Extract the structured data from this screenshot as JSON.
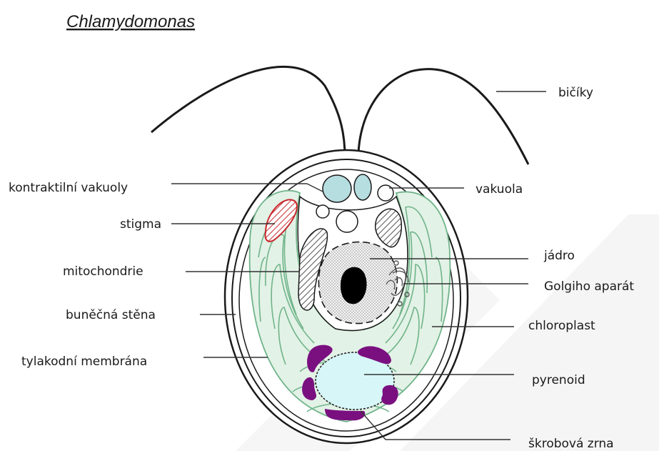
{
  "title": "Chlamydomonas",
  "labels": {
    "flagella": "bičíky",
    "contractile_vacuoles": "kontraktilní vakuoly",
    "vacuole": "vakuola",
    "stigma": "stigma",
    "nucleus": "jádro",
    "mitochondria": "mitochondrie",
    "golgi": "Golgiho aparát",
    "cell_wall": "buněčná stěna",
    "chloroplast": "chloroplast",
    "thylakoid": "tylakodní membrána",
    "pyrenoid": "pyrenoid",
    "starch": "škrobová zrna"
  },
  "colors": {
    "chloroplast_fill": "#e3f2e6",
    "thylakoid_stroke": "#6fb48a",
    "vacuole_fill": "#b6dde0",
    "stigma_stroke": "#c8282d",
    "starch_fill": "#7a0f80",
    "pyrenoid_fill": "#d7f6f8",
    "watermark": "#f2f2f2"
  }
}
